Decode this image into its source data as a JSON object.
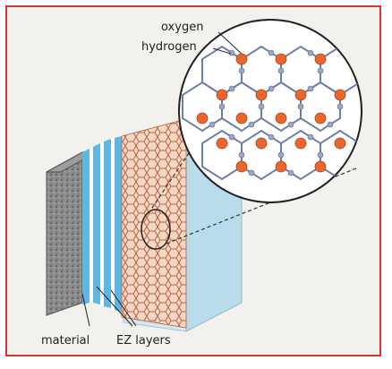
{
  "labels": {
    "oxygen": "oxygen",
    "hydrogen": "hydrogen",
    "material": "material",
    "ez_layers": "EZ layers"
  },
  "colors": {
    "frame_border": "#d9352f",
    "background": "#f2f1ee",
    "oxygen_atom": "#e8652e",
    "hydrogen_atom": "#8a9ac0",
    "water_block": "#bfe0ef",
    "ez_stripe": "#5fb6e0"
  },
  "icons": [
    "oxygen-atom",
    "hydrogen-atom",
    "magnifier-circle"
  ]
}
